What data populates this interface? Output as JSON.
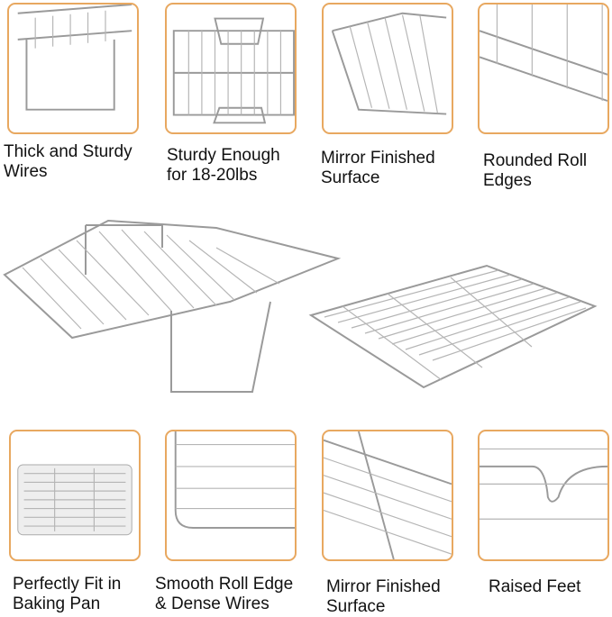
{
  "accent_color": "#e8a860",
  "top_features": [
    {
      "label_line1": "Thick and Sturdy",
      "label_line2": "Wires"
    },
    {
      "label_line1": "Sturdy Enough",
      "label_line2": "for 18-20lbs"
    },
    {
      "label_line1": "Mirror Finished",
      "label_line2": "Surface"
    },
    {
      "label_line1": "Rounded Roll",
      "label_line2": "Edges"
    }
  ],
  "bottom_features": [
    {
      "label_line1": "Perfectly Fit in",
      "label_line2": "Baking Pan"
    },
    {
      "label_line1": "Smooth Roll Edge",
      "label_line2": "& Dense Wires"
    },
    {
      "label_line1": "Mirror Finished",
      "label_line2": "Surface"
    },
    {
      "label_line1": "Raised Feet",
      "label_line2": ""
    }
  ]
}
